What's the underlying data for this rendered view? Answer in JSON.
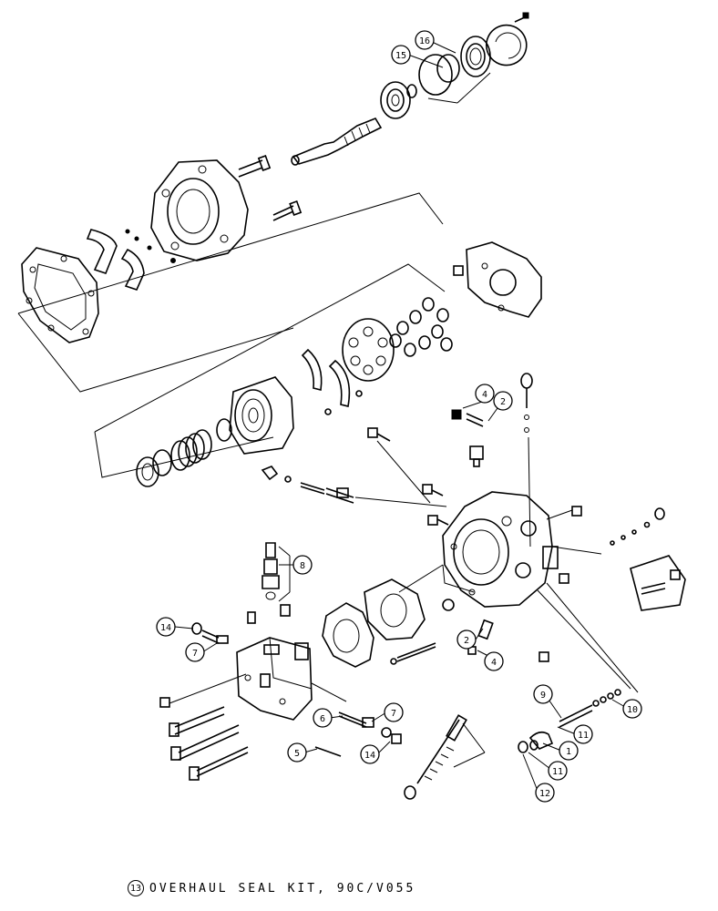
{
  "callouts": [
    {
      "id": "c1",
      "label": "1"
    },
    {
      "id": "c2a",
      "label": "2"
    },
    {
      "id": "c2b",
      "label": "2"
    },
    {
      "id": "c4a",
      "label": "4"
    },
    {
      "id": "c4b",
      "label": "4"
    },
    {
      "id": "c5",
      "label": "5"
    },
    {
      "id": "c6",
      "label": "6"
    },
    {
      "id": "c7a",
      "label": "7"
    },
    {
      "id": "c7b",
      "label": "7"
    },
    {
      "id": "c8",
      "label": "8"
    },
    {
      "id": "c9",
      "label": "9"
    },
    {
      "id": "c10",
      "label": "10"
    },
    {
      "id": "c11a",
      "label": "11"
    },
    {
      "id": "c11b",
      "label": "11"
    },
    {
      "id": "c12",
      "label": "12"
    },
    {
      "id": "c14a",
      "label": "14"
    },
    {
      "id": "c14b",
      "label": "14"
    },
    {
      "id": "c15",
      "label": "15"
    },
    {
      "id": "c16",
      "label": "16"
    }
  ],
  "footer": {
    "callout_number": "13",
    "text": "OVERHAUL SEAL KIT, 90C/V055"
  }
}
